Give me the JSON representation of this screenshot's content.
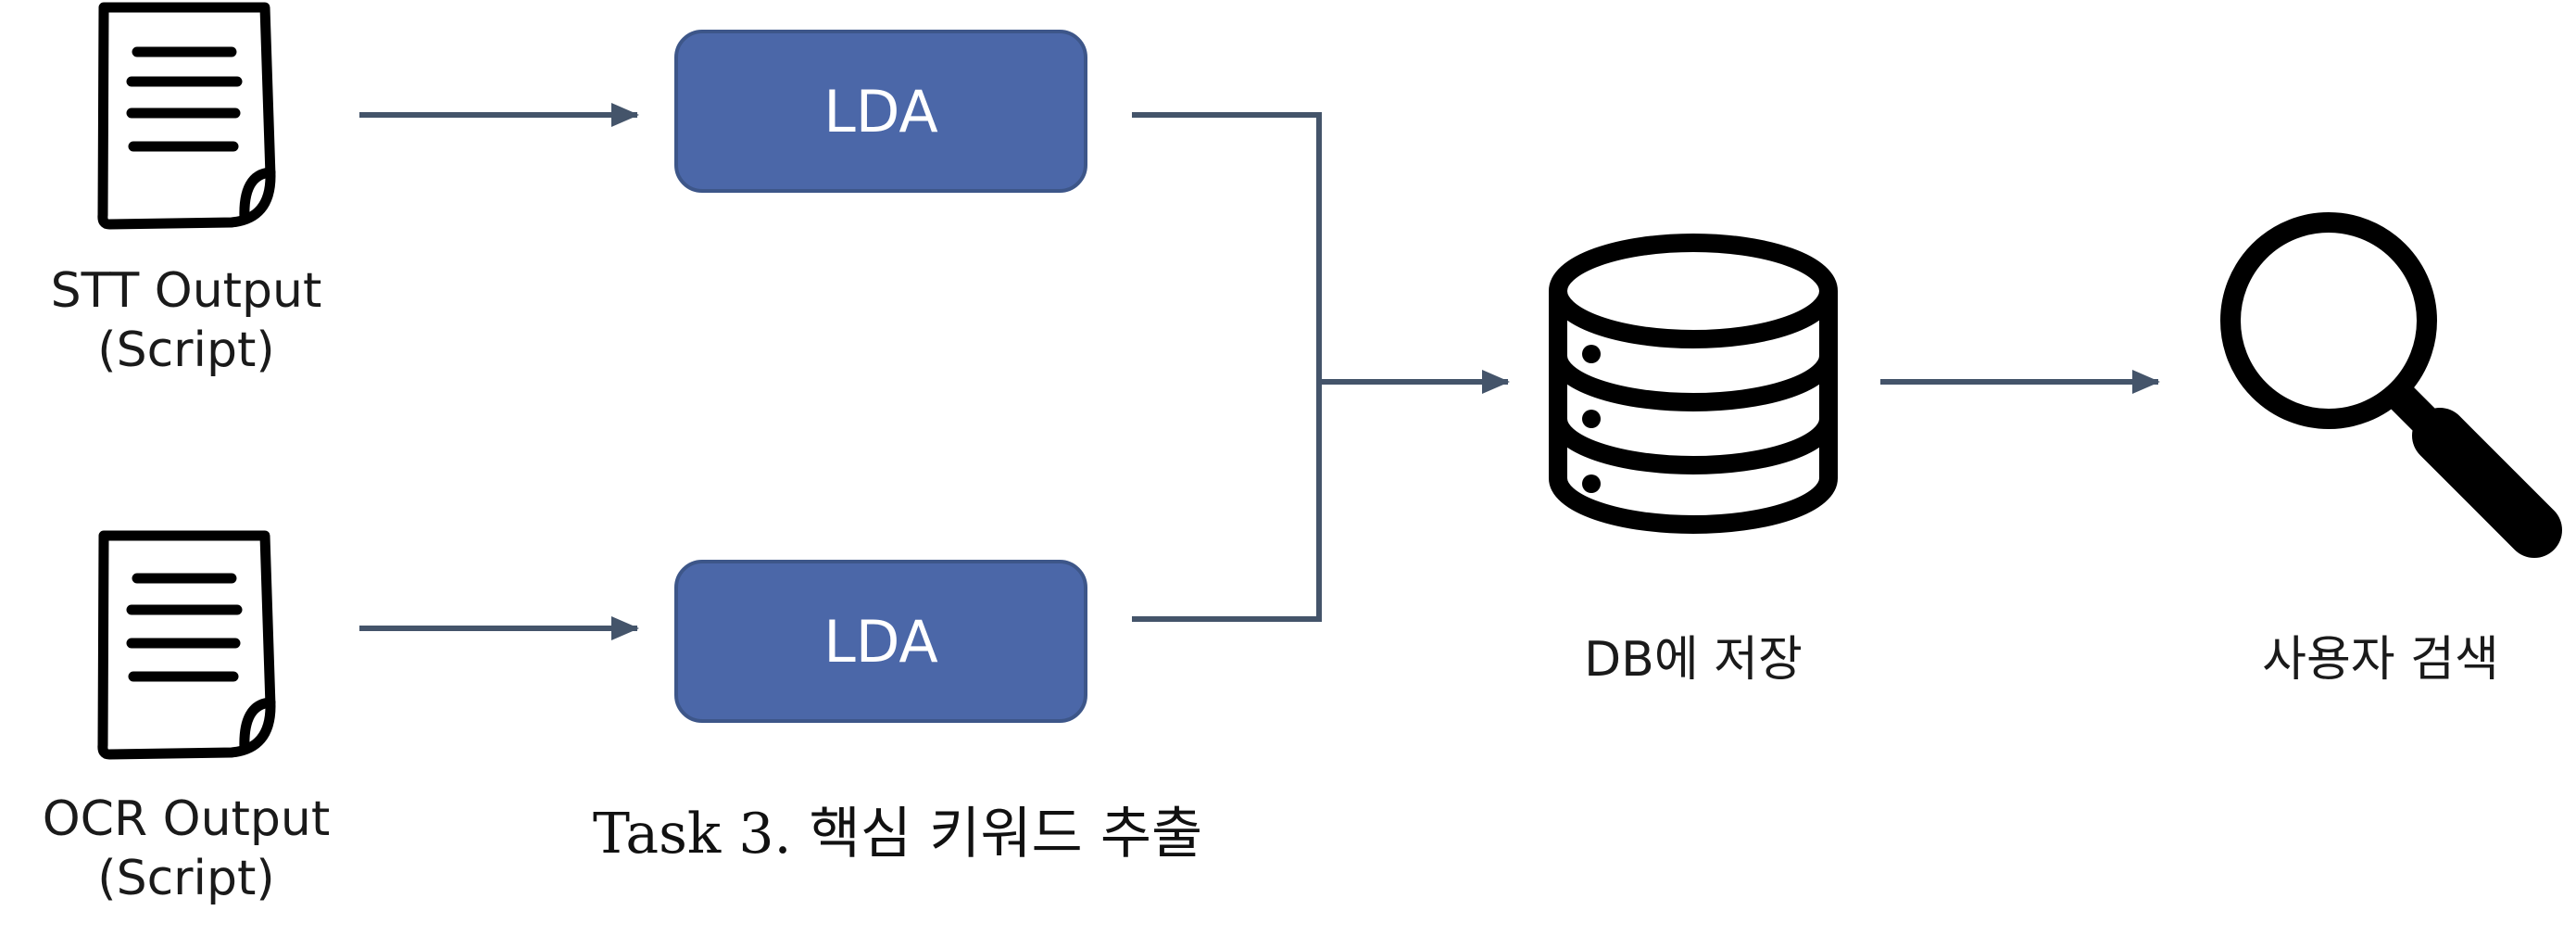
{
  "inputs": {
    "stt": {
      "line1": "STT Output",
      "line2": "(Script)",
      "icon": "document-icon"
    },
    "ocr": {
      "line1": "OCR Output",
      "line2": "(Script)",
      "icon": "document-icon"
    }
  },
  "processes": {
    "lda_top": "LDA",
    "lda_bottom": "LDA"
  },
  "storage": {
    "label": "DB에 저장",
    "icon": "database-icon"
  },
  "search": {
    "label": "사용자 검색",
    "icon": "magnifier-icon"
  },
  "caption": "Task 3. 핵심 키워드 추출",
  "colors": {
    "box_fill": "#4b67a8",
    "box_border": "#3d5689",
    "connector": "#44546a",
    "icon_stroke": "#000000"
  }
}
